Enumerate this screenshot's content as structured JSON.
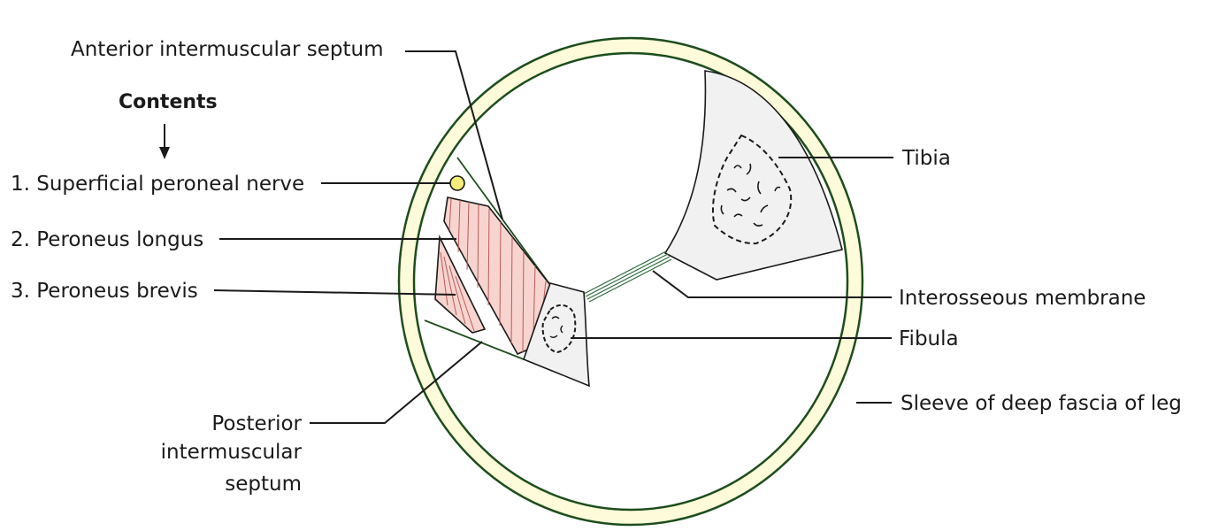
{
  "labels": {
    "anterior_septum": "Anterior intermuscular septum",
    "contents_heading": "Contents",
    "superficial_peroneal_nerve": "1. Superficial peroneal nerve",
    "peroneus_longus": "2. Peroneus longus",
    "peroneus_brevis": "3. Peroneus brevis",
    "posterior_septum_line1": "Posterior",
    "posterior_septum_line2": "intermuscular",
    "posterior_septum_line3": "septum",
    "tibia": "Tibia",
    "interosseous_membrane": "Interosseous membrane",
    "fibula": "Fibula",
    "deep_fascia_sleeve": "Sleeve of deep fascia of leg"
  },
  "colors": {
    "fascia_ring_fill": "#fdfbd9",
    "fascia_ring_stroke": "#1e4d1e",
    "muscle_fill": "#f7d4cf",
    "bone_fill": "#f1f1f1",
    "nerve_fill": "#f6ec7a",
    "membrane_stroke": "#2e6b3a"
  }
}
